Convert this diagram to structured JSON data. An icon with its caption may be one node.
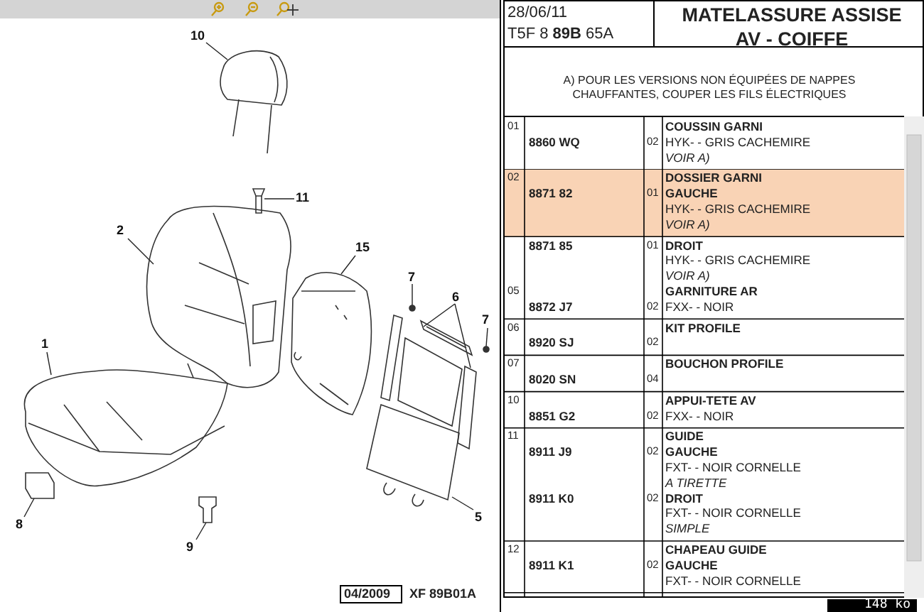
{
  "diagram": {
    "nodes": [
      {
        "text": [
          "10"
        ]
      },
      {
        "text": [],
        "shape": "picture"
      },
      {
        "text": [
          "11"
        ]
      },
      {
        "text": [],
        "shape": "picture"
      },
      {
        "text": [
          "2"
        ]
      },
      {
        "text": [],
        "shape": "picture"
      },
      {
        "text": [
          "15"
        ]
      },
      {
        "text": [],
        "shape": "picture"
      },
      {
        "text": [
          "7"
        ]
      },
      {
        "text": [],
        "shape": "circle"
      },
      {
        "text": [
          "6"
        ]
      },
      {
        "text": [],
        "shape": "picture"
      },
      {
        "text": [],
        "shape": "picture"
      },
      {
        "text": [
          "7"
        ]
      },
      {
        "text": [],
        "shape": "circle"
      },
      {
        "text": [
          "1"
        ]
      },
      {
        "text": [],
        "shape": "picture"
      },
      {
        "text": [
          "8"
        ]
      },
      {
        "text": [],
        "shape": "picture"
      },
      {
        "text": [
          "9"
        ]
      },
      {
        "text": [],
        "shape": "picture"
      },
      {
        "text": [
          "5"
        ]
      },
      {
        "text": [],
        "shape": "picture"
      }
    ],
    "edges": [
      {
        "from": 0,
        "to": 1,
        "arrow": "none"
      },
      {
        "from": 2,
        "to": 3,
        "arrow": "none"
      },
      {
        "from": 4,
        "to": 5,
        "arrow": "none"
      },
      {
        "from": 6,
        "to": 7,
        "arrow": "none"
      },
      {
        "from": 8,
        "to": 9,
        "arrow": "none"
      },
      {
        "from": 10,
        "to": 11,
        "arrow": "none"
      },
      {
        "from": 10,
        "to": 12,
        "arrow": "none"
      },
      {
        "from": 13,
        "to": 14,
        "arrow": "none"
      },
      {
        "from": 15,
        "to": 16,
        "arrow": "none"
      },
      {
        "from": 17,
        "to": 18,
        "arrow": "none"
      },
      {
        "from": 19,
        "to": 20,
        "arrow": "none"
      },
      {
        "from": 21,
        "to": 22,
        "arrow": "none"
      }
    ],
    "labels": [
      "28/06/11",
      "T5F 8 **89B** 65A",
      "MATELASSURE ASSISE AV - COIFFE",
      "A) POUR LES VERSIONS NON ÉQUIPÉES DE NAPPES CHAUFFANTES, COUPER LES FILS ÉLECTRIQUES",
      "01",
      "COUSSIN GARNI",
      "8860 WQ",
      "02",
      "HYK- - GRIS CACHEMIRE",
      "VOIR A)",
      "02",
      "DOSSIER GARNI",
      "8871 82",
      "01",
      "GAUCHE",
      "HYK- - GRIS CACHEMIRE",
      "VOIR A)",
      "8871 85",
      "01",
      "DROIT",
      "HYK- - GRIS CACHEMIRE",
      "VOIR A)",
      "05",
      "GARNITURE AR",
      "8872 J7",
      "02",
      "FXX- - NOIR",
      "06",
      "KIT PROFILE",
      "8920 SJ",
      "02",
      "07",
      "BOUCHON PROFILE",
      "8020 SN",
      "04",
      "10",
      "APPUI-TETE AV",
      "8851 G2",
      "02",
      "FXX- - NOIR",
      "11",
      "GUIDE",
      "8911 J9",
      "02",
      "GAUCHE",
      "FXT- - NOIR CORNELLE",
      "A TIRETTE",
      "8911 K0",
      "02",
      "DROIT",
      "FXT- - NOIR CORNELLE",
      "SIMPLE",
      "12",
      "CHAPEAU GUIDE",
      "8911 K1",
      "02",
      "GAUCHE",
      "FXT- - NOIR CORNELLE",
      "04/2009",
      "XF 89B01A",
      "148 ko"
    ]
  }
}
